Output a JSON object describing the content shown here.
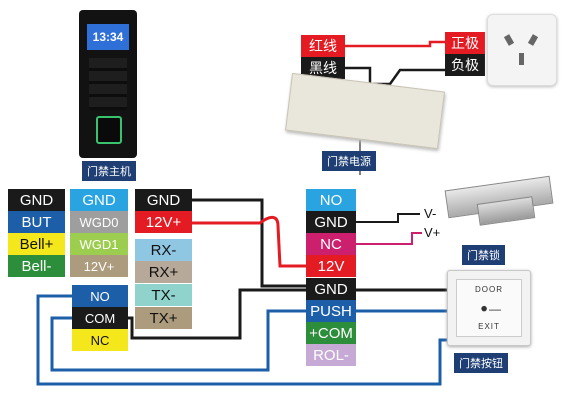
{
  "device_labels": {
    "controller": "门禁主机",
    "power_supply": "门禁电源",
    "lock": "门禁锁",
    "exit_button": "门禁按钮"
  },
  "controller_screen_time": "13:34",
  "mains": {
    "red_wire": "红线",
    "black_wire": "黑线",
    "positive": "正极",
    "negative": "负极"
  },
  "exit_button_face": {
    "line1": "DOOR",
    "line2": "EXIT"
  },
  "col1": [
    "GND",
    "BUT",
    "Bell+",
    "Bell-"
  ],
  "col2": [
    "GND",
    "WGD0",
    "WGD1",
    "12V+"
  ],
  "col3": [
    "GND",
    "12V+",
    "RX-",
    "RX+",
    "TX-",
    "TX+"
  ],
  "col4": [
    "NO",
    "COM",
    "NC"
  ],
  "col5": [
    "NO",
    "GND",
    "NC",
    "12V",
    "GND",
    "PUSH",
    "+COM",
    "ROL-"
  ],
  "lock_terminals": {
    "minus": "V-",
    "plus": "V+"
  },
  "colors": {
    "navy": "#1f3f74",
    "gnd_black": "#1a1a1a",
    "red": "#e51b23",
    "blue": "#1c5fa8",
    "yellow": "#f4e71c",
    "green": "#2c8d3a",
    "sky": "#2aa4e0",
    "gray": "#9e9e9e",
    "brownish": "#ad9b7e",
    "light_blue": "#8fc7e3",
    "teal": "#8fd3cc",
    "pink": "#cc1f6e",
    "lilac": "#c6a9d5"
  }
}
